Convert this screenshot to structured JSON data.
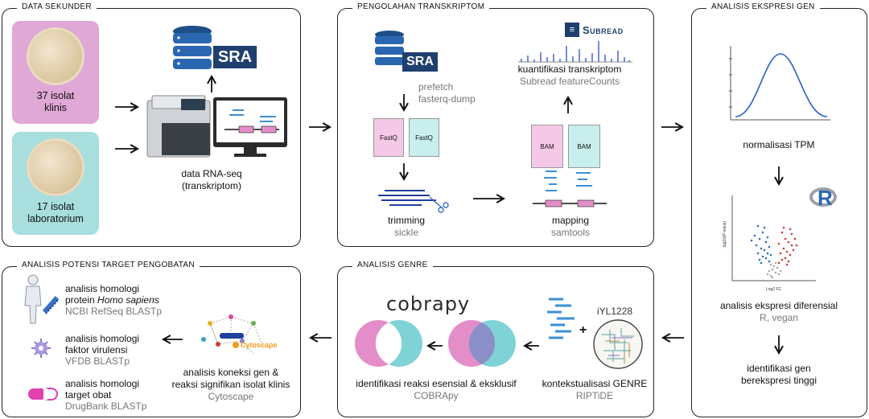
{
  "panels": {
    "data_sekunder": "DATA SEKUNDER",
    "pengolahan": "PENGOLAHAN TRANSKRIPTOM",
    "analisis_ekspresi": "ANALISIS EKSPRESI GEN",
    "analisis_genre": "ANALISIS GENRE",
    "analisis_target": "ANALISIS POTENSI TARGET PENGOBATAN"
  },
  "samples": [
    {
      "label": "37 isolat klinis",
      "color": "#e0a8d6"
    },
    {
      "label": "17 isolat laboratorium",
      "color": "#a8dede"
    }
  ],
  "sra_label": "SRA",
  "rnaseq": {
    "line1": "data RNA-seq",
    "line2": "(transkriptom)"
  },
  "prefetch": {
    "line1": "prefetch",
    "line2": "fasterq-dump"
  },
  "fastq": "FastQ",
  "bam": "BAM",
  "subread_logo": "Subread",
  "quant": {
    "line1": "kuantifikasi transkriptom",
    "line2": "Subread featureCounts"
  },
  "trimming": {
    "line1": "trimming",
    "line2": "sickle"
  },
  "mapping": {
    "line1": "mapping",
    "line2": "samtools"
  },
  "tpm": "normalisasi TPM",
  "volcano": {
    "ylabel": "-log10(P-value)",
    "xlabel": "Log2 FC"
  },
  "r_logo": "R",
  "deg": {
    "line1": "analisis ekspresi diferensial",
    "line2": "R, vegan"
  },
  "ident": {
    "line1": "identifikasi gen",
    "line2": "berekspresi tinggi"
  },
  "kontekstual": {
    "line1": "kontekstualisasi GENRE",
    "line2": "RIPTiDE"
  },
  "iyl": "iYL1228",
  "plus": "+",
  "cobrapy_logo": "cobrapy",
  "esensial": {
    "line1": "identifikasi reaksi esensial & eksklusif",
    "line2": "COBRApy"
  },
  "cytoscape_logo": "Cytoscape",
  "koneksi": {
    "line1": "analisis koneksi gen &",
    "line2": "reaksi signifikan isolat klinis",
    "line3": "Cytoscape"
  },
  "targets": [
    {
      "l1": "analisis homologi",
      "l2a": "protein ",
      "l2b": "Homo sapiens",
      "l3": "NCBI RefSeq BLASTp"
    },
    {
      "l1": "analisis homologi",
      "l2a": "faktor virulensi",
      "l2b": "",
      "l3": "VFDB BLASTp"
    },
    {
      "l1": "analisis homologi",
      "l2a": "target obat",
      "l2b": "",
      "l3": "DrugBank BLASTp"
    }
  ],
  "colors": {
    "pink": "#e48ec9",
    "teal": "#7fd3d6",
    "blue": "#3a5fc4",
    "darkblue": "#1f3f6e",
    "red": "#d23a3a"
  }
}
